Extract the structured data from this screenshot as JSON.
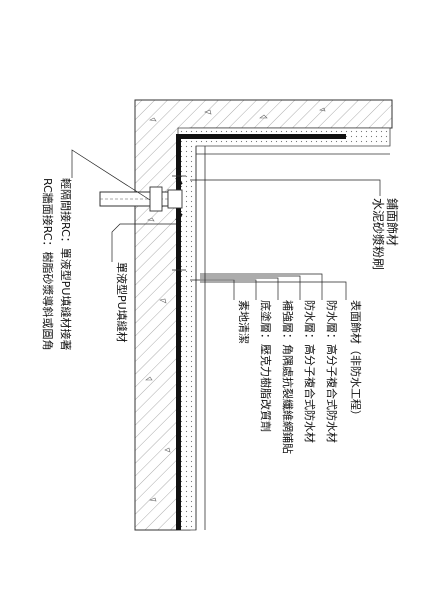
{
  "labels": {
    "finish_main": "鋪面飾材",
    "finish_sub": "水泥砂漿粉刷",
    "layer_1": "表面飾材（非防水工程）",
    "layer_2": "防水層：高分子複合式防水材",
    "layer_3": "防水層：高分子複合式防水材",
    "layer_4": "補強層：角隅處抗裂纖維網鋪貼",
    "layer_5": "底塗層：壓克力樹脂改質劑",
    "layer_6": "素地清潔",
    "pu_sealant": "單液型PU填縫材",
    "pipe_note_1": "輕隔間接RC：單液型PU填縫材接著",
    "pipe_note_2": "RC牆面接RC：樹脂砂漿導斜或圓角"
  }
}
